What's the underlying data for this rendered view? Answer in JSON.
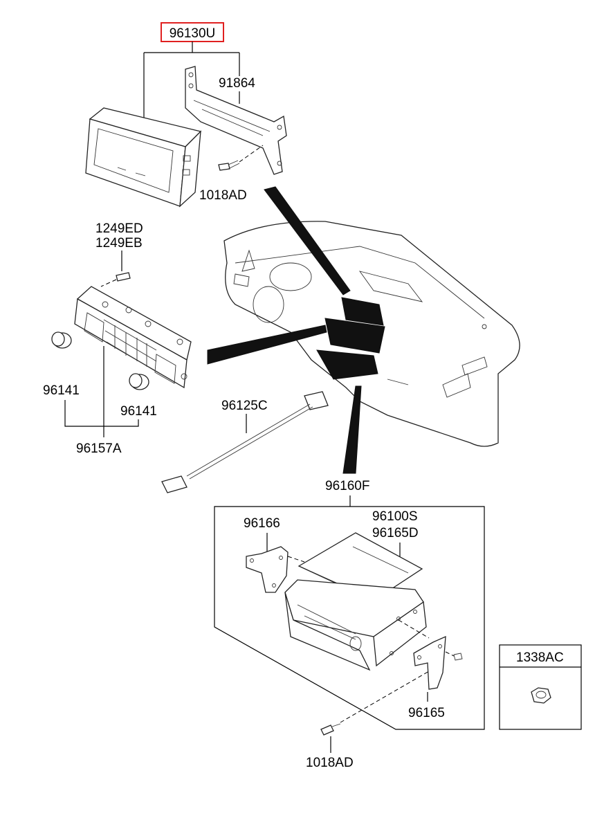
{
  "labels": {
    "monitor_assy": "96130U",
    "bracket": "91864",
    "screw_top": "1018AD",
    "screw_a": "1249ED",
    "screw_b": "1249EB",
    "knob_left": "96141",
    "knob_right": "96141",
    "heater_control": "96157A",
    "cable": "96125C",
    "audio_assy": "96160F",
    "bracket_left": "96166",
    "audio_unit": "96100S",
    "audio_unit_alt": "96165D",
    "bracket_right": "96165",
    "screw_bottom": "1018AD",
    "nut": "1338AC"
  },
  "colors": {
    "highlight_box": "#e02020",
    "line": "#000000"
  }
}
